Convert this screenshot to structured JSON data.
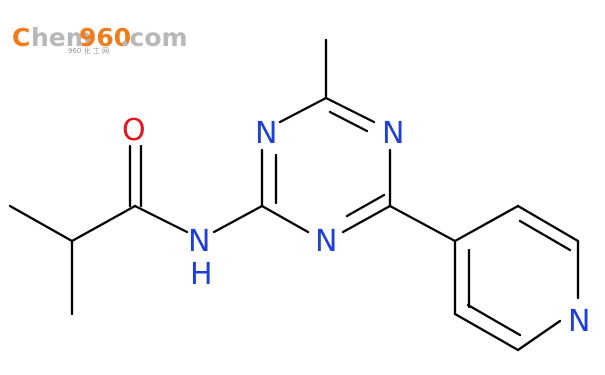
{
  "watermark": {
    "brand_prefix": "C",
    "brand_mid": "hem",
    "brand_num": "960",
    "brand_suffix": ".com",
    "subtitle": "960 化 工 网",
    "colors": {
      "orange": "#f07c1c",
      "gray": "#b8b8b8"
    }
  },
  "molecule": {
    "atoms": {
      "oxygen": "O",
      "amide_nh": "H",
      "amide_n": "N",
      "triazine_n1": "N",
      "triazine_n3": "N",
      "triazine_n5": "N",
      "pyridine_n": "N"
    },
    "colors": {
      "bond": "#000000",
      "oxygen": "#e8141c",
      "nitrogen": "#1f3fd6"
    }
  }
}
